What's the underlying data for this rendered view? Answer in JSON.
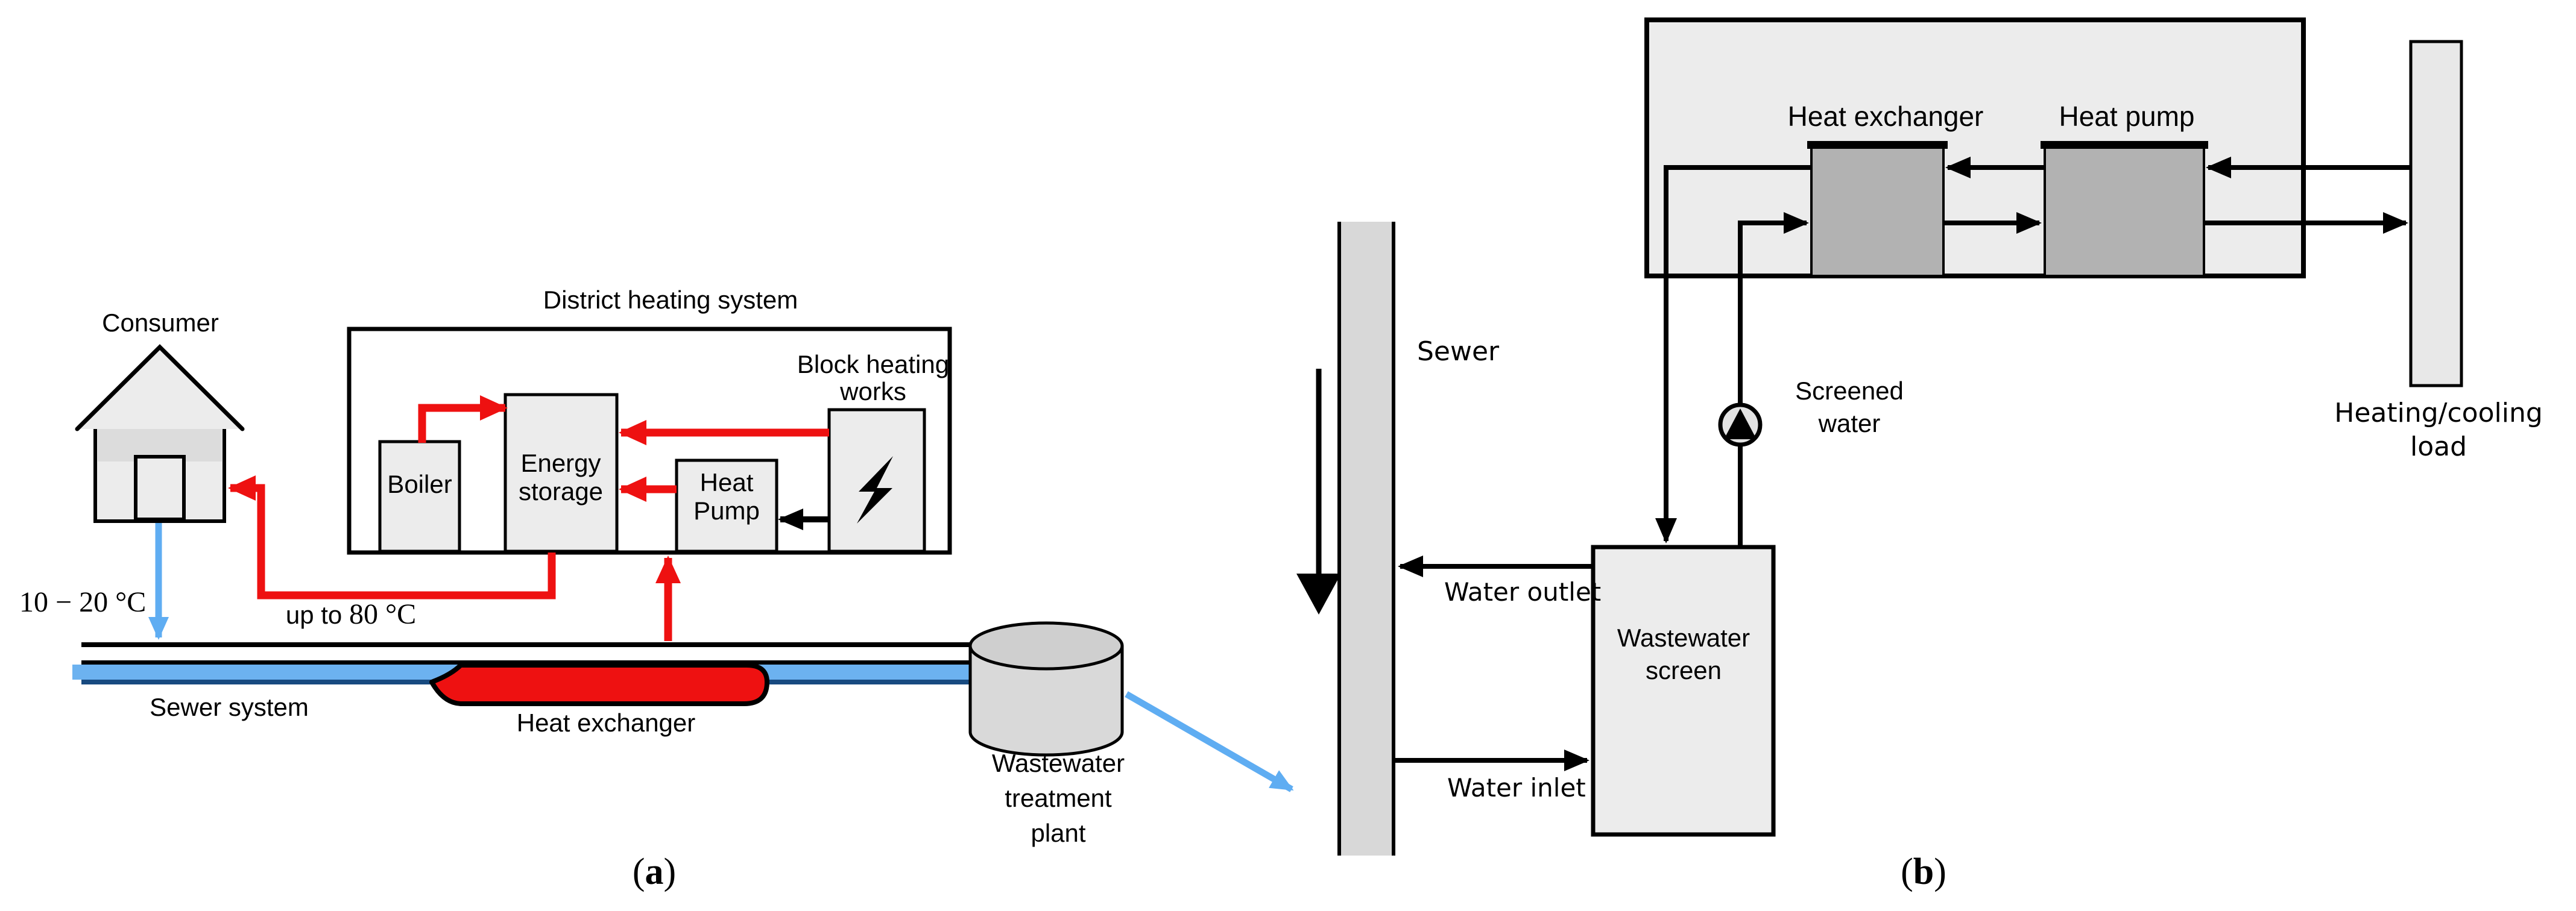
{
  "panel_a": {
    "consumer_label": "Consumer",
    "temp_low": "10 − 20 °C",
    "temp_high_prefix": "up to ",
    "temp_high_value": "80 °C",
    "district_title": "District heating system",
    "boiler_label": "Boiler",
    "energy_storage_label": [
      "Energy",
      "storage"
    ],
    "heat_pump_label": [
      "Heat",
      "Pump"
    ],
    "block_heating_label": [
      "Block heating",
      "works"
    ],
    "sewer_system_label": "Sewer system",
    "heat_exchanger_label": "Heat exchanger",
    "wwtp_label": [
      "Wastewater",
      "treatment",
      "plant"
    ],
    "caption": {
      "open": "(",
      "letter": "a",
      "close": ")"
    }
  },
  "panel_b": {
    "sewer_label": "Sewer",
    "heat_exchanger_label": "Heat exchanger",
    "heat_pump_label": "Heat pump",
    "screened_water_label": [
      "Screened",
      "water"
    ],
    "wastewater_screen_label": [
      "Wastewater",
      "screen"
    ],
    "heating_cooling_label": [
      "Heating/cooling",
      "load"
    ],
    "water_outlet_label": "Water outlet",
    "water_inlet_label": "Water inlet",
    "caption": {
      "open": "(",
      "letter": "b",
      "close": ")"
    }
  },
  "colors": {
    "hot_red": "#ee1111",
    "water_light_blue": "#5fadf2",
    "pipe_band_blue": "#6cb2f0",
    "pipe_dark_blue": "#174a80",
    "box_light_gray": "#ececec",
    "unit_mid_gray": "#b2b2b2",
    "sewer_bar_gray": "#d8d8d8",
    "black": "#000000"
  }
}
